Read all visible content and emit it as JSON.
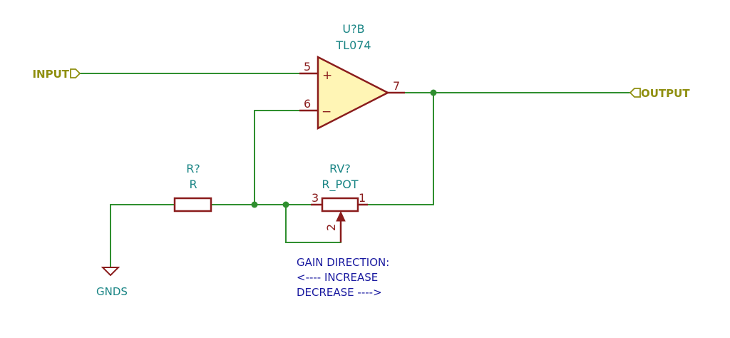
{
  "colors": {
    "wire": "#2f8f2f",
    "symbol": "#8a1c1c",
    "symbol_fill": "#fff5b5",
    "ref_text": "#1a8585",
    "label_text": "#8f8f0f",
    "note_text": "#1a1aa0",
    "pin_text": "#8a1c1c",
    "junction": "#2f8f2f"
  },
  "opamp": {
    "reference": "U?B",
    "value": "TL074",
    "pin_noninverting": "5",
    "pin_inverting": "6",
    "pin_output": "7",
    "plus_sign": "+",
    "minus_sign": "−"
  },
  "resistor": {
    "reference": "R?",
    "value": "R"
  },
  "potentiometer": {
    "reference": "RV?",
    "value": "R_POT",
    "pin_left": "3",
    "pin_right": "1",
    "pin_wiper": "2"
  },
  "labels": {
    "input": "INPUT",
    "output": "OUTPUT",
    "ground": "GNDS"
  },
  "note": {
    "line1": "GAIN DIRECTION:",
    "line2": "<---- INCREASE",
    "line3": "DECREASE ---->"
  }
}
